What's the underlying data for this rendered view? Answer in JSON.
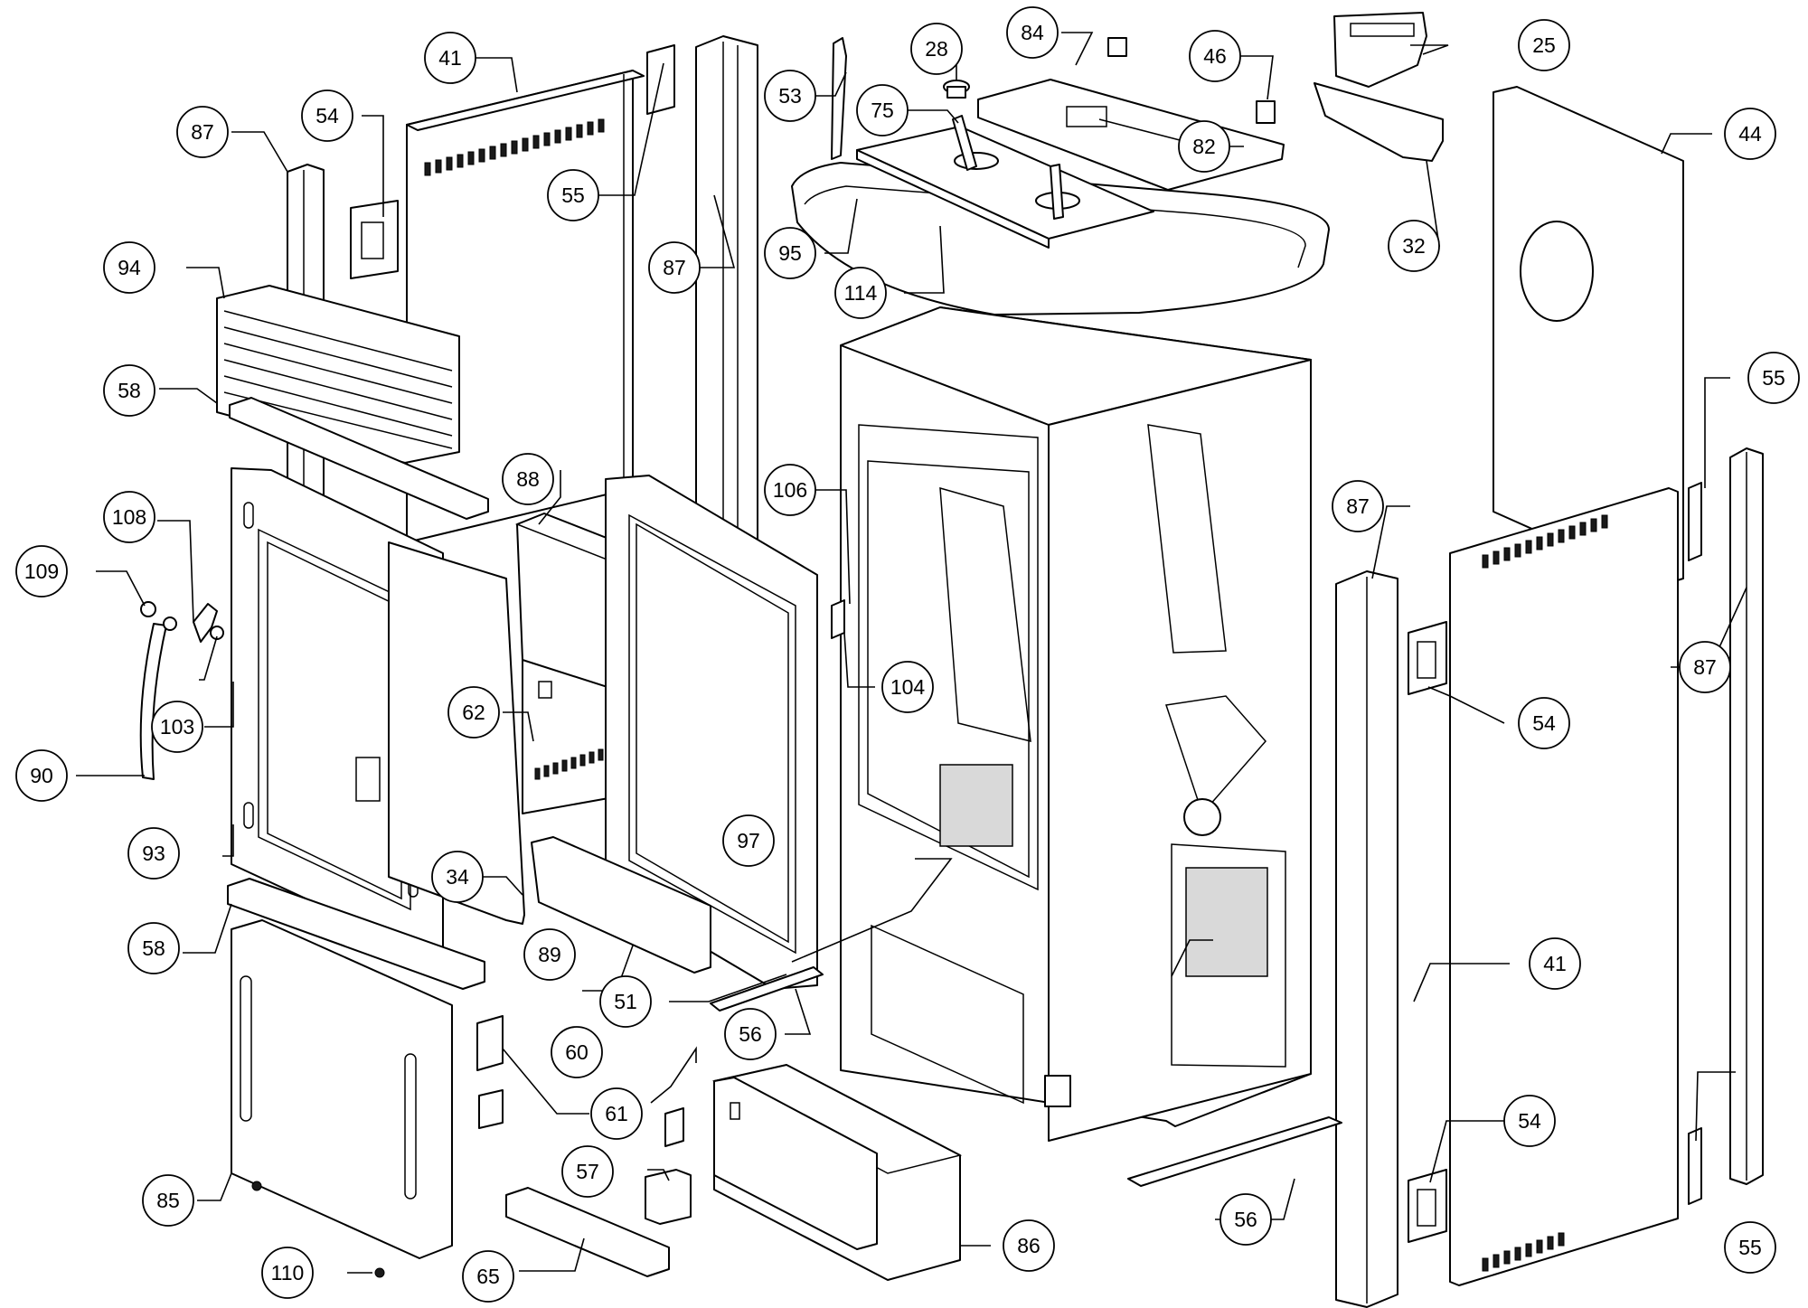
{
  "callouts": [
    {
      "id": "c25",
      "label": "25"
    },
    {
      "id": "c28",
      "label": "28"
    },
    {
      "id": "c32",
      "label": "32"
    },
    {
      "id": "c34",
      "label": "34"
    },
    {
      "id": "c41a",
      "label": "41"
    },
    {
      "id": "c41b",
      "label": "41"
    },
    {
      "id": "c44",
      "label": "44"
    },
    {
      "id": "c46",
      "label": "46"
    },
    {
      "id": "c51",
      "label": "51"
    },
    {
      "id": "c53",
      "label": "53"
    },
    {
      "id": "c54a",
      "label": "54"
    },
    {
      "id": "c54b",
      "label": "54"
    },
    {
      "id": "c54c",
      "label": "54"
    },
    {
      "id": "c55a",
      "label": "55"
    },
    {
      "id": "c55b",
      "label": "55"
    },
    {
      "id": "c55c",
      "label": "55"
    },
    {
      "id": "c56a",
      "label": "56"
    },
    {
      "id": "c56b",
      "label": "56"
    },
    {
      "id": "c57",
      "label": "57"
    },
    {
      "id": "c58a",
      "label": "58"
    },
    {
      "id": "c58b",
      "label": "58"
    },
    {
      "id": "c60",
      "label": "60"
    },
    {
      "id": "c61",
      "label": "61"
    },
    {
      "id": "c62",
      "label": "62"
    },
    {
      "id": "c65",
      "label": "65"
    },
    {
      "id": "c75",
      "label": "75"
    },
    {
      "id": "c82",
      "label": "82"
    },
    {
      "id": "c84",
      "label": "84"
    },
    {
      "id": "c85",
      "label": "85"
    },
    {
      "id": "c86",
      "label": "86"
    },
    {
      "id": "c87a",
      "label": "87"
    },
    {
      "id": "c87b",
      "label": "87"
    },
    {
      "id": "c87c",
      "label": "87"
    },
    {
      "id": "c87d",
      "label": "87"
    },
    {
      "id": "c88",
      "label": "88"
    },
    {
      "id": "c89",
      "label": "89"
    },
    {
      "id": "c90",
      "label": "90"
    },
    {
      "id": "c93",
      "label": "93"
    },
    {
      "id": "c94",
      "label": "94"
    },
    {
      "id": "c95",
      "label": "95"
    },
    {
      "id": "c97",
      "label": "97"
    },
    {
      "id": "c103",
      "label": "103"
    },
    {
      "id": "c104",
      "label": "104"
    },
    {
      "id": "c106",
      "label": "106"
    },
    {
      "id": "c108",
      "label": "108"
    },
    {
      "id": "c109",
      "label": "109"
    },
    {
      "id": "c110",
      "label": "110"
    },
    {
      "id": "c114",
      "label": "114"
    }
  ]
}
